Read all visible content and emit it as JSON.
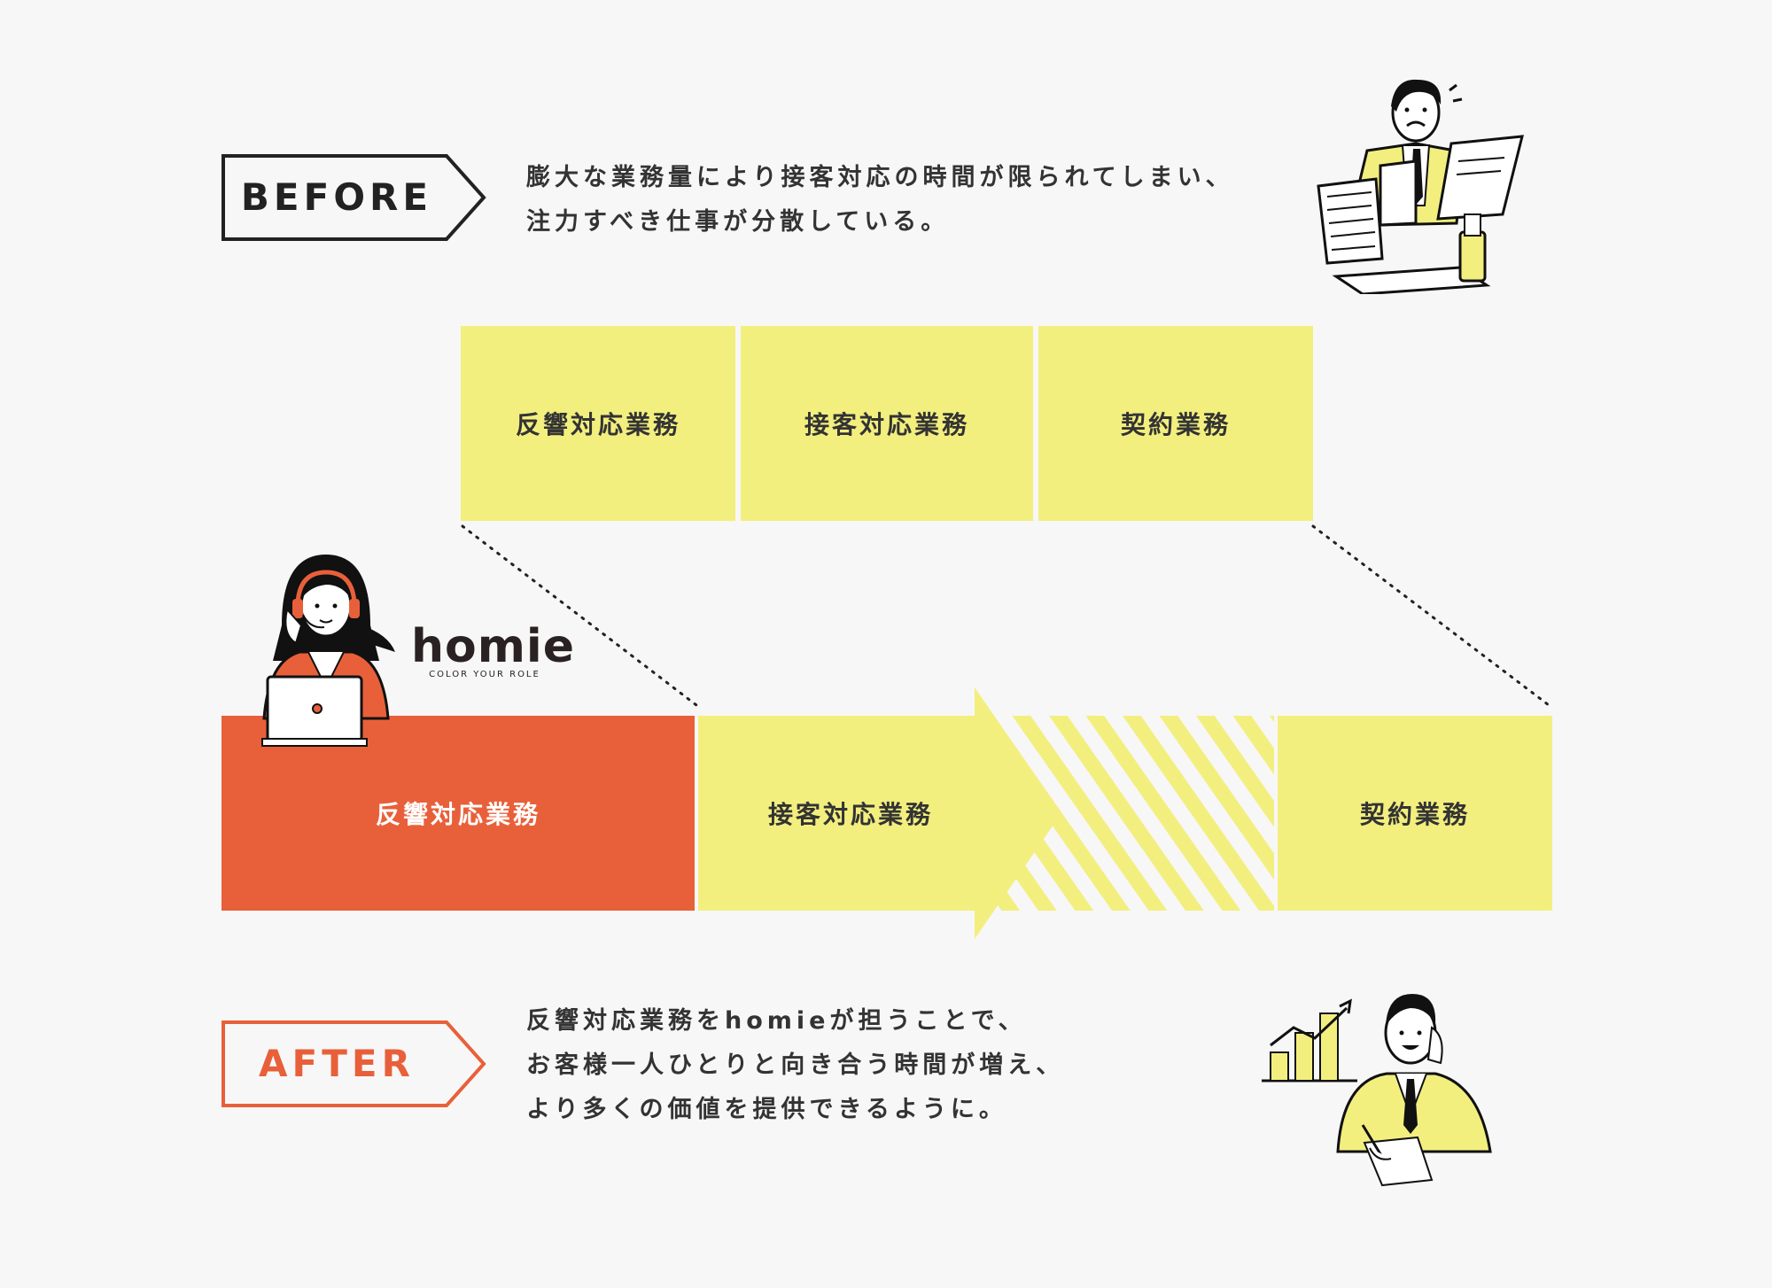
{
  "before": {
    "label": "BEFORE",
    "lines": [
      "膨大な業務量により接客対応の時間が限られてしまい、",
      "注力すべき仕事が分散している。"
    ]
  },
  "before_boxes": [
    "反響対応業務",
    "接客対応業務",
    "契約業務"
  ],
  "after_boxes": [
    "反響対応業務",
    "接客対応業務",
    "契約業務"
  ],
  "logo": {
    "word": "homie",
    "tagline": "COLOR YOUR ROLE"
  },
  "after": {
    "label": "AFTER",
    "lines": [
      "反響対応業務をhomieが担うことで、",
      "お客様一人ひとりと向き合う時間が増え、",
      "より多くの価値を提供できるように。"
    ]
  },
  "colors": {
    "yellow": "#f2ef7f",
    "orange": "#e8603a",
    "dark": "#222222",
    "background": "#f7f7f7"
  }
}
